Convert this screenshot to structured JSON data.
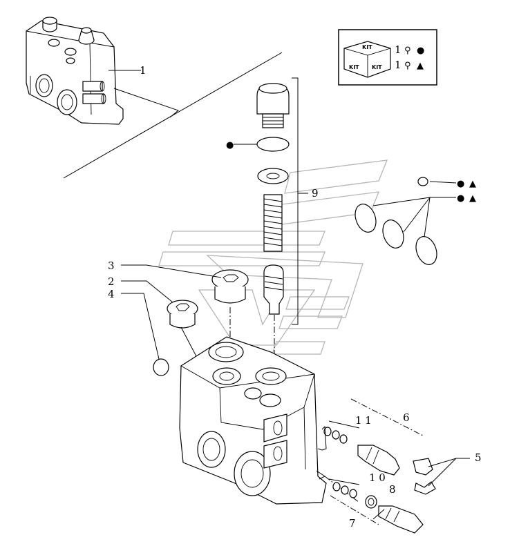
{
  "kit_box": {
    "kit_text": "KIT",
    "rows": [
      {
        "qty": "1",
        "symbol": "●"
      },
      {
        "qty": "1",
        "symbol": "▲"
      }
    ]
  },
  "callouts": {
    "c1": "1",
    "c2": "2",
    "c3": "3",
    "c4": "4",
    "c5": "5",
    "c6": "6",
    "c7": "7",
    "c8": "8",
    "c9": "9",
    "c10": "1 1",
    "c11": "1 0"
  },
  "markers": {
    "dot": "●",
    "triangle": "▲"
  }
}
